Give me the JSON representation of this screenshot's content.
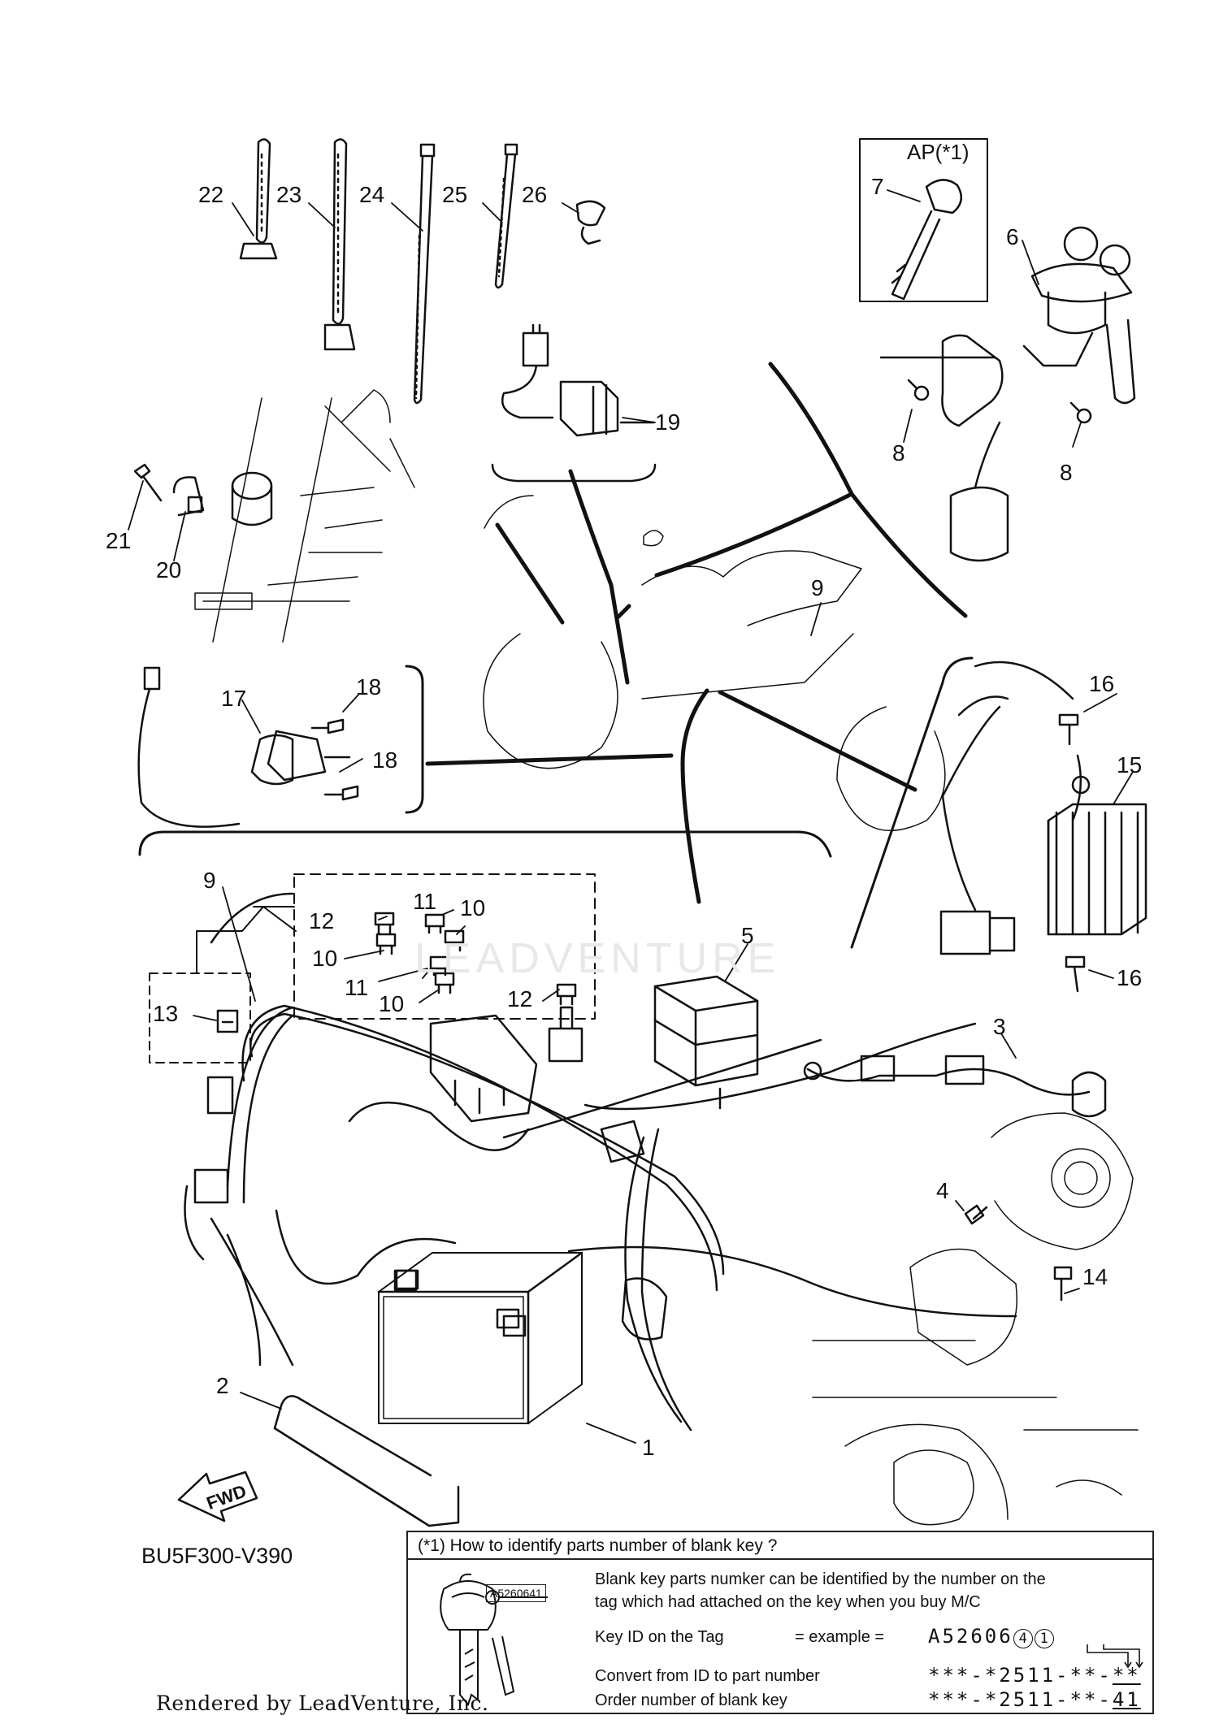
{
  "diagram": {
    "figure_code": "BU5F300-V390",
    "render_credit": "Rendered by LeadVenture, Inc.",
    "watermark": "LEADVENTURE",
    "ap_box_label": "AP(*1)",
    "fwd_label": "FWD",
    "callouts": [
      "22",
      "23",
      "24",
      "25",
      "26",
      "7",
      "6",
      "19",
      "8",
      "8",
      "21",
      "20",
      "9",
      "17",
      "18",
      "18",
      "16",
      "15",
      "9",
      "11",
      "10",
      "12",
      "10",
      "11",
      "10",
      "12",
      "13",
      "5",
      "3",
      "4",
      "14",
      "16",
      "2",
      "1"
    ]
  },
  "key_info": {
    "header": "(*1) How to identify parts number of blank key ?",
    "desc_line1": "Blank key parts numker can be identified by the number on the",
    "desc_line2": "tag which had attached on the key when you buy M/C",
    "tag_text": "A5260641",
    "row1_label": "Key ID on the Tag",
    "row1_mid": "= example =",
    "row1_value": "A52606",
    "row1_circled_a": "4",
    "row1_circled_b": "1",
    "row2_label": "Convert from ID to part number",
    "row2_value_prefix": "***-*2511-**-",
    "row2_value_suffix": "**",
    "row3_label": "Order number of blank key",
    "row3_value_prefix": "***-*2511-**-",
    "row3_value_suffix": "41"
  }
}
